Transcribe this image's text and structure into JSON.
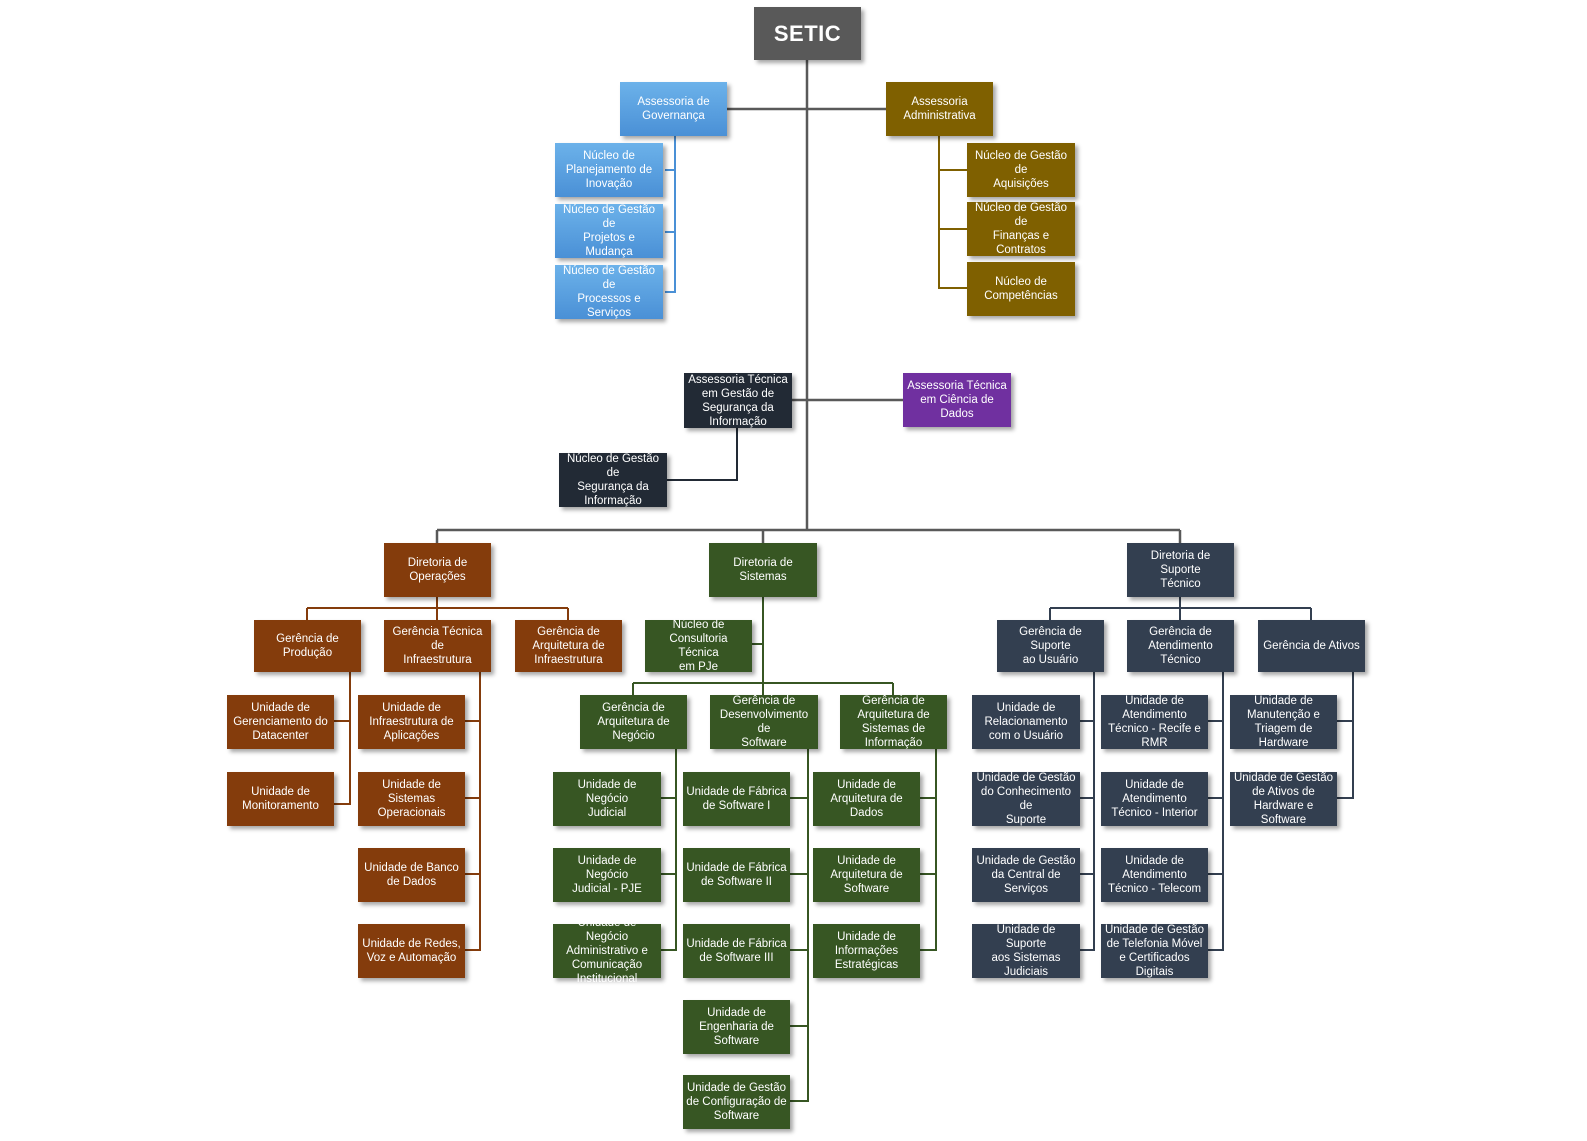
{
  "colors": {
    "root": "#595959",
    "governanca": "#4a90d6",
    "administrativa": "#7f6000",
    "seguranca": "#222a35",
    "ciencia_dados": "#7030a0",
    "operacoes": "#843c0c",
    "sistemas": "#375623",
    "suporte": "#333f50",
    "connector_trunk": "#595959"
  },
  "nodes": {
    "setic": "SETIC",
    "assessoria_governanca": "Assessoria de\nGovernança",
    "assessoria_administrativa": "Assessoria\nAdministrativa",
    "nucleo_planejamento": "Núcleo de\nPlanejamento de\nInovação",
    "nucleo_projetos": "Núcleo de Gestão de\nProjetos e Mudança",
    "nucleo_processos": "Núcleo de Gestão de\nProcessos e Serviços",
    "nucleo_aquisicoes": "Núcleo de Gestão de\nAquisições",
    "nucleo_financas": "Núcleo de Gestão de\nFinanças e Contratos",
    "nucleo_competencias": "Núcleo de\nCompetências",
    "assessoria_seguranca": "Assessoria Técnica\nem Gestão de\nSegurança da\nInformação",
    "assessoria_dados": "Assessoria Técnica\nem Ciência de Dados",
    "nucleo_seguranca": "Núcleo de Gestão de\nSegurança da\nInformação",
    "diretoria_operacoes": "Diretoria de\nOperações",
    "diretoria_sistemas": "Diretoria de\nSistemas",
    "diretoria_suporte": "Diretoria de Suporte\nTécnico",
    "gerencia_producao": "Gerência de\nProdução",
    "gerencia_infraestrutura": "Gerência Técnica de\nInfraestrutura",
    "gerencia_arq_infra": "Gerência de\nArquitetura de\nInfraestrutura",
    "unidade_datacenter": "Unidade de\nGerenciamento do\nDatacenter",
    "unidade_monitoramento": "Unidade de\nMonitoramento",
    "unidade_infra_aplicacoes": "Unidade de\nInfraestrutura de\nAplicações",
    "unidade_sistemas_operacionais": "Unidade de Sistemas\nOperacionais",
    "unidade_banco_dados": "Unidade de Banco\nde Dados",
    "unidade_redes": "Unidade de Redes,\nVoz e Automação",
    "nucleo_pje": "Núcleo de\nConsultoria Técnica\nem PJe",
    "gerencia_arq_negocio": "Gerência de\nArquitetura de\nNegócio",
    "gerencia_desenvolvimento": "Gerência de\nDesenvolvimento de\nSoftware",
    "gerencia_arq_sistemas": "Gerência de\nArquitetura de\nSistemas de\nInformação",
    "unidade_negocio_judicial": "Unidade de Negócio\nJudicial",
    "unidade_negocio_pje": "Unidade de Negócio\nJudicial - PJE",
    "unidade_negocio_adm": "Unidade de Negócio\nAdministrativo e\nComunicação\nInstitucional",
    "unidade_fabrica_1": "Unidade de Fábrica\nde Software I",
    "unidade_fabrica_2": "Unidade de Fábrica\nde Software II",
    "unidade_fabrica_3": "Unidade de Fábrica\nde Software III",
    "unidade_engenharia": "Unidade de\nEngenharia de\nSoftware",
    "unidade_configuracao": "Unidade de Gestão\nde Configuração de\nSoftware",
    "unidade_arq_dados": "Unidade de\nArquitetura de\nDados",
    "unidade_arq_software": "Unidade de\nArquitetura de\nSoftware",
    "unidade_informacoes": "Unidade de\nInformações\nEstratégicas",
    "gerencia_suporte_usuario": "Gerência de Suporte\nao Usuário",
    "gerencia_atendimento": "Gerência de\nAtendimento\nTécnico",
    "gerencia_ativos": "Gerência de Ativos",
    "unidade_relacionamento": "Unidade de\nRelacionamento\ncom o Usuário",
    "unidade_conhecimento": "Unidade de Gestão\ndo Conhecimento de\nSuporte",
    "unidade_central_servicos": "Unidade de Gestão\nda Central de\nServiços",
    "unidade_suporte_judiciais": "Unidade de Suporte\naos Sistemas\nJudiciais",
    "unidade_atend_recife": "Unidade de\nAtendimento\nTécnico - Recife e\nRMR",
    "unidade_atend_interior": "Unidade de\nAtendimento\nTécnico - Interior",
    "unidade_atend_telecom": "Unidade de\nAtendimento\nTécnico - Telecom",
    "unidade_telefonia": "Unidade de Gestão\nde Telefonia Móvel\ne Certificados\nDigitais",
    "unidade_manutencao": "Unidade de\nManutenção e\nTriagem de\nHardware",
    "unidade_ativos_hw": "Unidade de Gestão\nde Ativos de\nHardware e\nSoftware"
  }
}
